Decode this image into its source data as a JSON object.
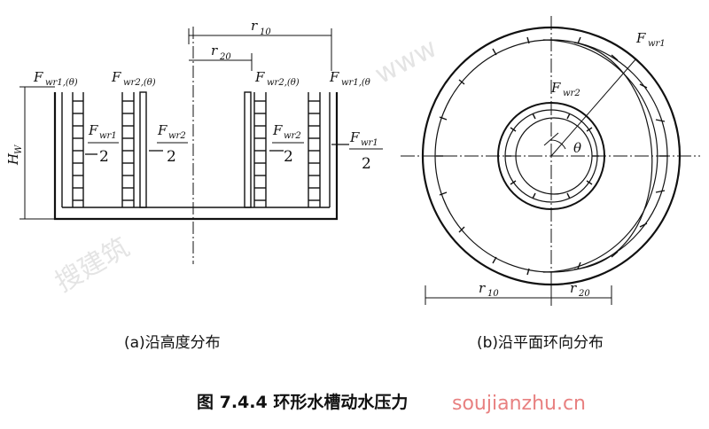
{
  "panel_a": {
    "labels": {
      "r10": "r",
      "r10_sub": "10",
      "r20": "r",
      "r20_sub": "20",
      "hw": "H",
      "hw_sub": "W",
      "fwr1_theta_left": "F",
      "fwr1_theta_left_sub": "wr1,(θ)",
      "fwr2_theta_left": "F",
      "fwr2_theta_left_sub": "wr2,(θ)",
      "fwr2_theta_right": "F",
      "fwr2_theta_right_sub": "wr2,(θ)",
      "fwr1_theta_right": "F",
      "fwr1_theta_right_sub": "wr1,(θ",
      "frac1_num": "F",
      "frac1_num_sub": "wr1",
      "frac1_den": "2",
      "frac2_num": "F",
      "frac2_num_sub": "wr2",
      "frac2_den": "2",
      "frac3_num": "F",
      "frac3_num_sub": "wr2",
      "frac3_den": "2",
      "frac4_num": "F",
      "frac4_num_sub": "wr1",
      "frac4_den": "2"
    },
    "caption": "(a)沿高度分布"
  },
  "panel_b": {
    "labels": {
      "fwr1": "F",
      "fwr1_sub": "wr1",
      "fwr2": "F",
      "fwr2_sub": "wr2",
      "theta": "θ",
      "r10": "r",
      "r10_sub": "10",
      "r20": "r",
      "r20_sub": "20"
    },
    "caption": "(b)沿平面环向分布"
  },
  "figure_caption": "图 7.4.4   环形水槽动水压力",
  "watermark": "soujianzhu.cn"
}
